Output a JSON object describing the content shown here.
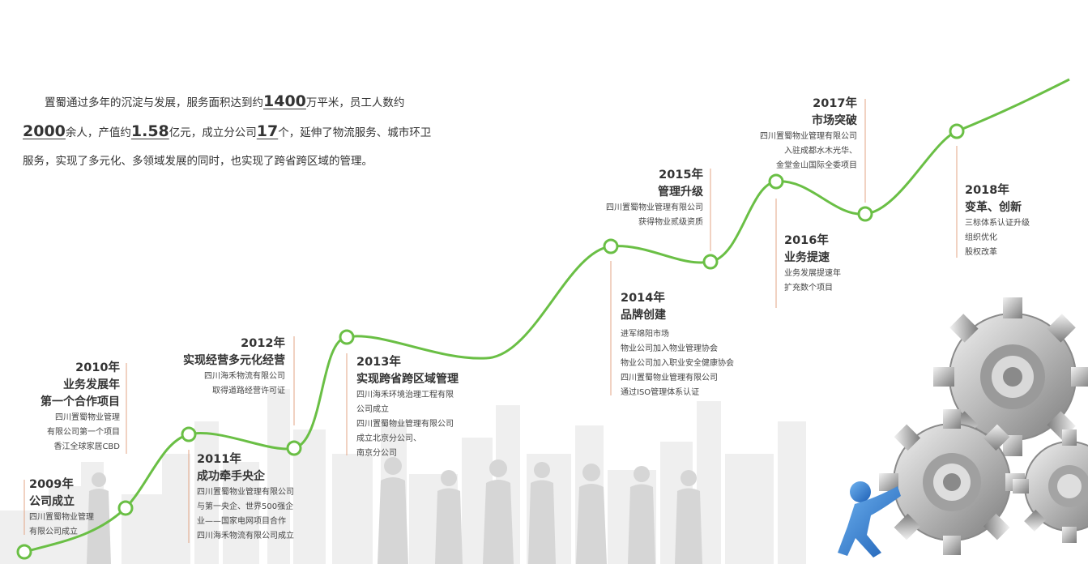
{
  "intro": {
    "part1": "置蜀通过多年的沉淀与发展，服务面积达到约",
    "area": "1400",
    "part2": "万平米，员工人数约",
    "staff": "2000",
    "part3": "余人，产值约",
    "value": "1.58",
    "part4": "亿元，成立分公司",
    "branches": "17",
    "part5": "个，延伸了物流服务、城市环卫服务，实现了多元化、多领域发展的同时，也实现了跨省跨区域的管理。"
  },
  "milestones": {
    "m2009": {
      "year": "2009年",
      "title": "公司成立",
      "desc": [
        "四川置蜀物业管理",
        "有限公司成立"
      ]
    },
    "m2010": {
      "year": "2010年",
      "title": "业务发展年",
      "title2": "第一个合作项目",
      "desc": [
        "四川置蜀物业管理",
        "有限公司第一个项目",
        "香江全球家居CBD"
      ]
    },
    "m2011": {
      "year": "2011年",
      "title": "成功牵手央企",
      "desc": [
        "四川置蜀物业管理有限公司",
        "与第一央企、世界500强企",
        "业——国家电网项目合作",
        "四川海禾物流有限公司成立"
      ]
    },
    "m2012": {
      "year": "2012年",
      "title": "实现经营多元化经营",
      "desc": [
        "四川海禾物流有限公司",
        "取得道路经营许可证"
      ]
    },
    "m2013": {
      "year": "2013年",
      "title": "实现跨省跨区域管理",
      "desc": [
        "四川海禾环境治理工程有限",
        "公司成立",
        "四川置蜀物业管理有限公司",
        "成立北京分公司、",
        "南京分公司"
      ]
    },
    "m2014": {
      "year": "2014年",
      "title": "品牌创建",
      "desc": [
        "进军绵阳市场",
        "物业公司加入物业管理协会",
        "物业公司加入职业安全健康协会",
        "四川置蜀物业管理有限公司",
        "通过ISO管理体系认证"
      ]
    },
    "m2015": {
      "year": "2015年",
      "title": "管理升级",
      "desc": [
        "四川置蜀物业管理有限公司",
        "获得物业贰级资质"
      ]
    },
    "m2016": {
      "year": "2016年",
      "title": "业务提速",
      "desc": [
        "业务发展提速年",
        "扩充数个项目"
      ]
    },
    "m2017": {
      "year": "2017年",
      "title": "市场突破",
      "desc": [
        "四川置蜀物业管理有限公司",
        "入驻成都水木光华、",
        "金堂金山国际全委项目"
      ]
    },
    "m2018": {
      "year": "2018年",
      "title": "变革、创新",
      "desc": [
        "三标体系认证升级",
        "组织优化",
        "股权改革"
      ]
    }
  },
  "colors": {
    "curve": "#6abf45",
    "node_fill": "#ffffff",
    "leader": "#e3a585",
    "text": "#333333"
  },
  "icons": [
    "gears-with-figure-illustration",
    "city-skyline-silhouette",
    "business-people-silhouette"
  ]
}
